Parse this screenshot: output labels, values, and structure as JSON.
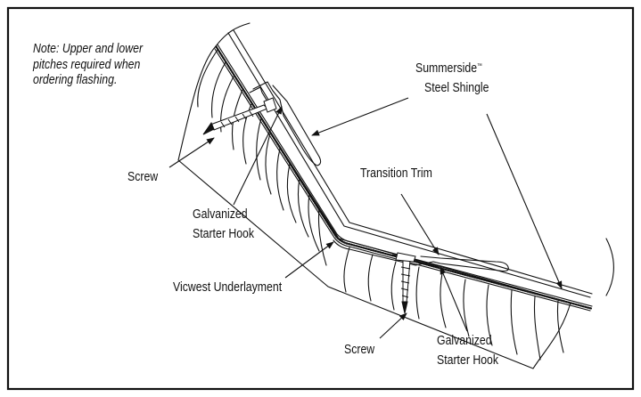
{
  "note": {
    "title": "Note:",
    "line1": "Upper and lower",
    "line2": "pitches required when",
    "line3": "ordering flashing."
  },
  "labels": {
    "shingle_line1": "Summerside",
    "shingle_tm": "™",
    "shingle_line2": "Steel Shingle",
    "screw_upper": "Screw",
    "transition_trim": "Transition Trim",
    "hook_upper_line1": "Galvanized",
    "hook_upper_line2": "Starter Hook",
    "underlayment": "Vicwest Underlayment",
    "screw_lower": "Screw",
    "hook_lower_line1": "Galvanized",
    "hook_lower_line2": "Starter Hook"
  },
  "colors": {
    "line": "#111111",
    "background": "#ffffff"
  }
}
